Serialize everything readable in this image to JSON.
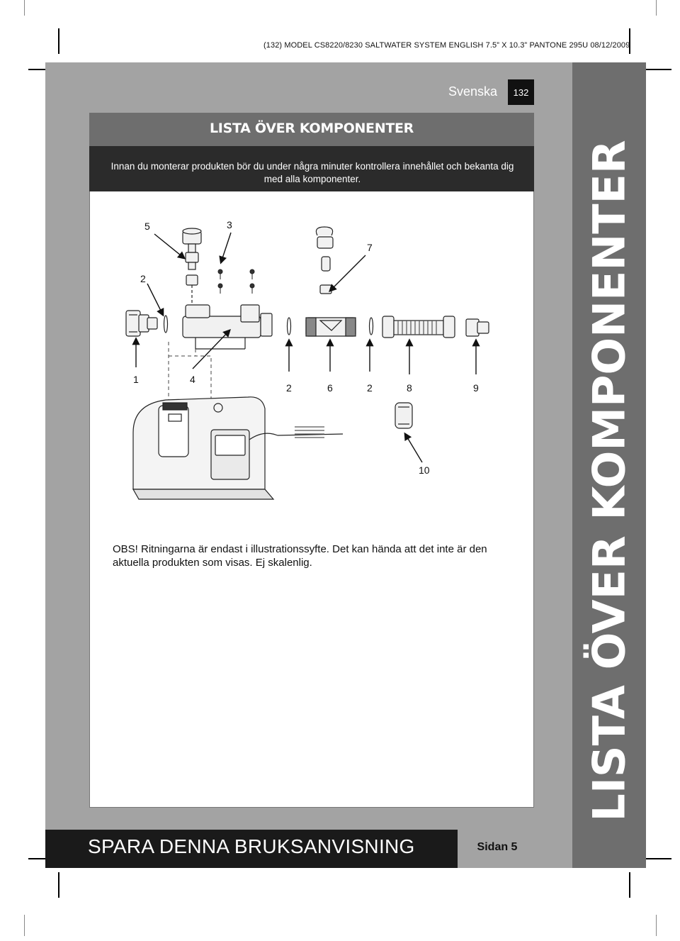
{
  "print_header": "(132)  MODEL CS8220/8230  SALTWATER SYSTEM  ENGLISH  7.5” X 10.3”  PANTONE 295U  08/12/2009",
  "language_label": "Svenska",
  "page_badge": "132",
  "side_title": "LISTA ÖVER KOMPONENTER",
  "section_title": "LISTA ÖVER KOMPONENTER",
  "intro": "Innan du monterar produkten bör du under några minuter kontrollera innehållet och bekanta dig med alla komponenter.",
  "callouts": [
    "5",
    "3",
    "7",
    "2",
    "1",
    "4",
    "2",
    "6",
    "2",
    "8",
    "9",
    "10"
  ],
  "note": "OBS! Ritningarna är endast i illustrationssyfte. Det kan hända att det inte är den aktuella produkten som visas. Ej skalenlig.",
  "footer_title": "SPARA DENNA BRUKSANVISNING",
  "footer_page": "Sidan 5",
  "colors": {
    "dark_band": "#6e6e6e",
    "light_band": "#a3a3a3",
    "black": "#1a1a1a"
  }
}
